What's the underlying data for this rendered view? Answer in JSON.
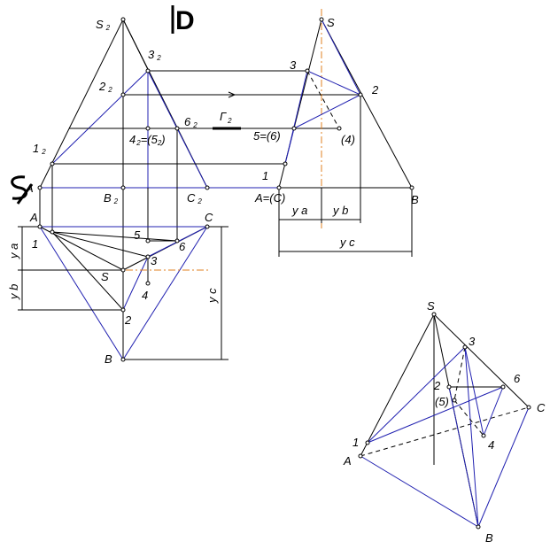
{
  "front_view": {
    "S": "S",
    "S_sub": "2",
    "p1": "1",
    "p1_sub": "2",
    "p2": "2",
    "p2_sub": "2",
    "p3": "3",
    "p3_sub": "2",
    "p4_5": "4",
    "p4_5_sub": "2",
    "p4_5_eq": "=(5",
    "p4_5_sub2": "2",
    "p4_5_end": ")",
    "p6": "6",
    "p6_sub": "2",
    "B": "B",
    "B_sub": "2",
    "C": "C",
    "C_sub": "2",
    "A": "A"
  },
  "plane_label": "D",
  "gamma_label": "Г",
  "gamma_sub": "2",
  "side_view": {
    "S": "S",
    "p3": "3",
    "p2": "2",
    "p5_6": "5",
    "p5_6_eq": "=(6",
    "p5_6_end": ")",
    "p4": "(4",
    "p4_end": ")",
    "p1": "1",
    "A": "A",
    "A_eq": "=(C",
    "A_end": ")",
    "B": "B",
    "ya": "y a",
    "yb": "y b",
    "yc": "y c"
  },
  "top_view": {
    "A": "A",
    "C": "C",
    "p1": "1",
    "p5": "5",
    "p6": "6",
    "p3": "3",
    "S": "S",
    "p4": "4",
    "p2": "2",
    "B": "B",
    "ya": "y a",
    "yb": "y b",
    "yc": "y c"
  },
  "axon_view": {
    "S": "S",
    "p3": "3",
    "p2": "2",
    "p6": "6",
    "p5": "(5)",
    "C": "C",
    "p4": "4",
    "p1": "1",
    "A": "A",
    "B": "B"
  },
  "colors": {
    "outline": "#000000",
    "section": "#2020b0",
    "axis": "#e08020"
  }
}
